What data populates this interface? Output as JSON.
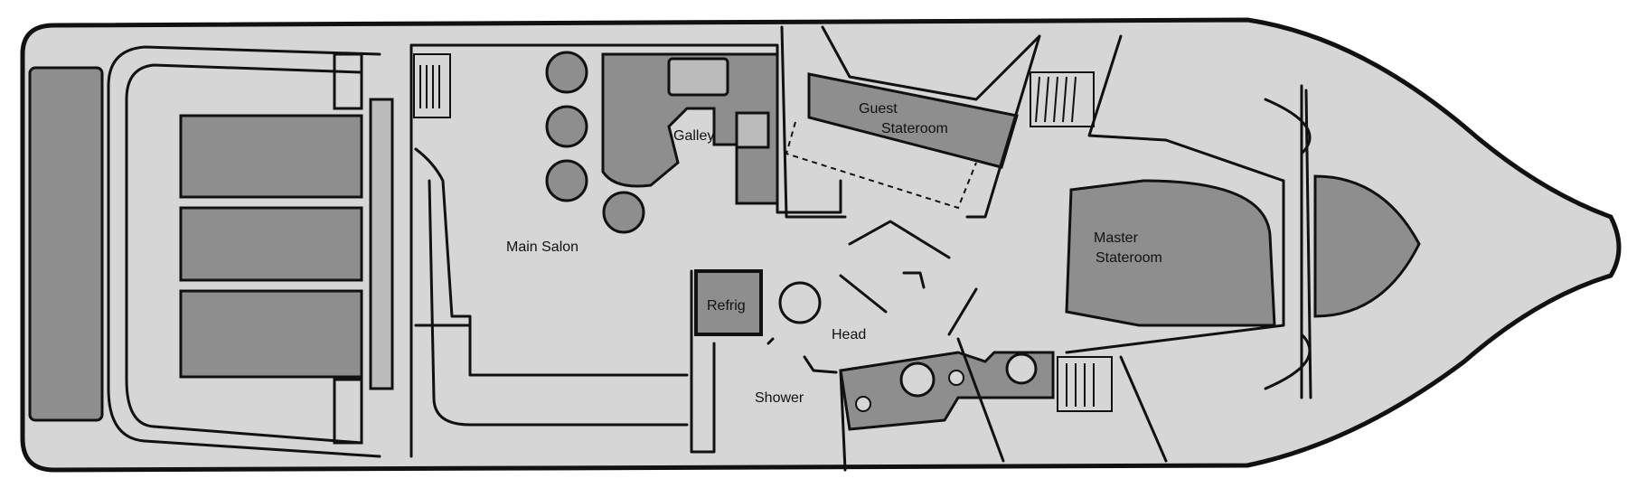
{
  "rooms": {
    "main_salon": "Main Salon",
    "galley": "Galley",
    "guest_stateroom_line1": "Guest",
    "guest_stateroom_line2": "Stateroom",
    "master_stateroom_line1": "Master",
    "master_stateroom_line2": "Stateroom",
    "refrig": "Refrig",
    "head": "Head",
    "shower": "Shower"
  },
  "colors": {
    "page": "#ffffff",
    "floor": "#d6d6d6",
    "furniture": "#8e8e8e",
    "outline": "#111111"
  }
}
